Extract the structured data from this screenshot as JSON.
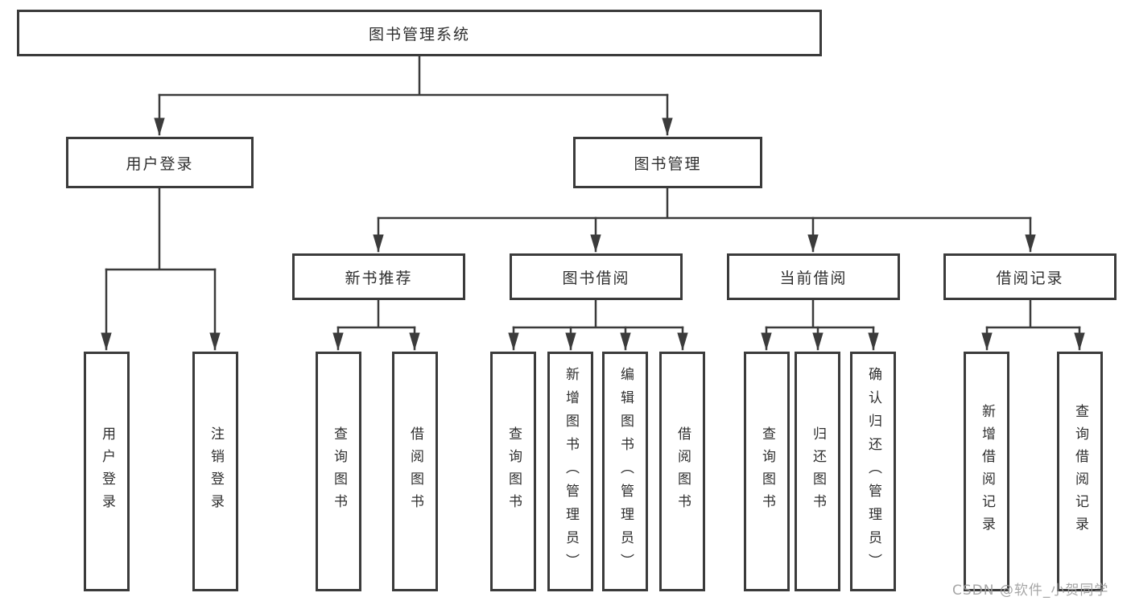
{
  "diagram": {
    "root": {
      "label": "图书管理系统"
    },
    "branches": {
      "user_login": {
        "label": "用户登录"
      },
      "book_management": {
        "label": "图书管理"
      }
    },
    "modules": {
      "new_book_recommend": {
        "label": "新书推荐"
      },
      "book_borrow": {
        "label": "图书借阅"
      },
      "current_borrow": {
        "label": "当前借阅"
      },
      "borrow_records": {
        "label": "借阅记录"
      }
    },
    "functions": {
      "login_user_login": {
        "label": "用户登录"
      },
      "login_logout": {
        "label": "注销登录"
      },
      "recommend_query_books": {
        "label": "查询图书"
      },
      "recommend_borrow_books": {
        "label": "借阅图书"
      },
      "borrow_query_books": {
        "label": "查询图书"
      },
      "borrow_add_books_admin": {
        "label": "新增图书（管理员）"
      },
      "borrow_edit_books_admin": {
        "label": "编辑图书（管理员）"
      },
      "borrow_borrow_books": {
        "label": "借阅图书"
      },
      "current_query_books": {
        "label": "查询图书"
      },
      "current_return_books": {
        "label": "归还图书"
      },
      "current_confirm_return_admin": {
        "label": "确认归还（管理员）"
      },
      "records_add_record": {
        "label": "新增借阅记录"
      },
      "records_query_record": {
        "label": "查询借阅记录"
      }
    }
  },
  "watermark": {
    "text": "CSDN @软件_小贺同学"
  },
  "colors": {
    "line": "#3b3b3b",
    "text": "#2f2f2f",
    "watermark": "#9e9e9e",
    "background": "#ffffff"
  }
}
